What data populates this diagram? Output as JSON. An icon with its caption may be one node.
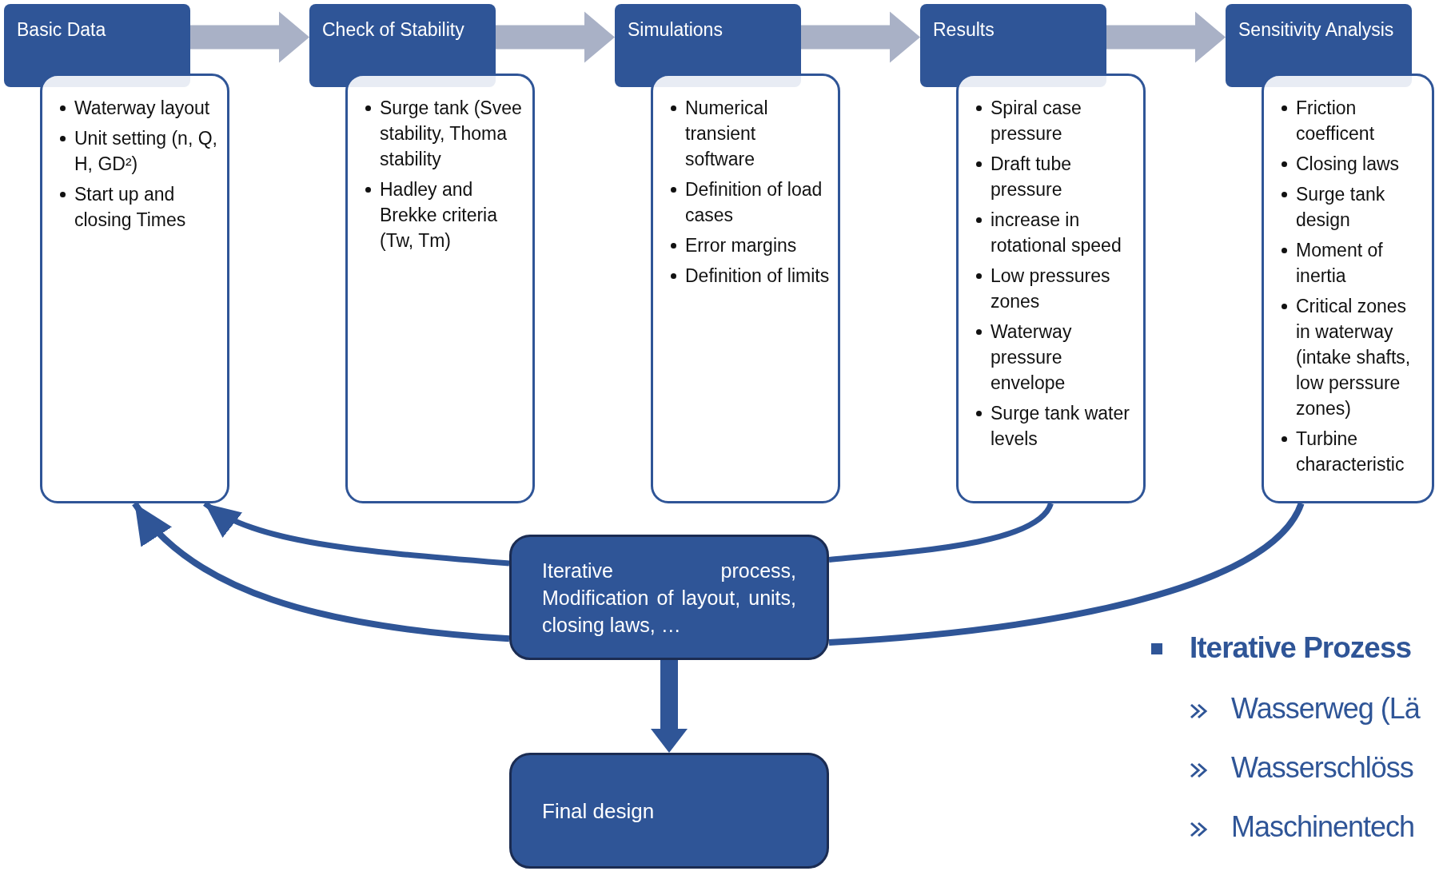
{
  "diagram": {
    "nodes": [
      {
        "text": [
          "Basic Data"
        ]
      },
      {
        "text": [
          "Waterway layout",
          "Unit setting (n, Q, H, GD²)",
          "Start up and closing Times"
        ]
      },
      {
        "text": [
          "Check of Stability"
        ]
      },
      {
        "text": [
          "Surge tank (Svee stability, Thoma stability",
          "Hadley and Brekke criteria (Tw, Tm)"
        ]
      },
      {
        "text": [
          "Simulations"
        ]
      },
      {
        "text": [
          "Numerical transient software",
          "Definition of load cases",
          "Error margins",
          "Definition of limits"
        ]
      },
      {
        "text": [
          "Results"
        ]
      },
      {
        "text": [
          "Spiral case pressure",
          "Draft tube pressure",
          "increase in rotational speed",
          "Low pressures zones",
          "Waterway pressure envelope",
          "Surge tank water levels"
        ]
      },
      {
        "text": [
          "Sensitivity Analysis"
        ]
      },
      {
        "text": [
          "Friction coefficent",
          "Closing laws",
          "Surge tank design",
          "Moment of inertia",
          "Critical zones in waterway (intake shafts, low perssure zones)",
          "Turbine characteristic"
        ]
      },
      {
        "text": [
          "Iterative process, Modification of layout, units, closing laws, …"
        ]
      },
      {
        "text": [
          "Final design"
        ]
      }
    ],
    "edges": [
      {
        "from": 0,
        "to": 2,
        "arrow": "to",
        "color": "#a9b1c6"
      },
      {
        "from": 2,
        "to": 4,
        "arrow": "to",
        "color": "#a9b1c6"
      },
      {
        "from": 4,
        "to": 6,
        "arrow": "to",
        "color": "#a9b1c6"
      },
      {
        "from": 6,
        "to": 8,
        "arrow": "to",
        "color": "#a9b1c6"
      },
      {
        "from": 7,
        "to": 10,
        "arrow": "none"
      },
      {
        "from": 9,
        "to": 10,
        "arrow": "none"
      },
      {
        "from": 10,
        "to": 1,
        "arrow": "to"
      },
      {
        "from": 10,
        "to": 1,
        "arrow": "to"
      },
      {
        "from": 10,
        "to": 11,
        "arrow": "to"
      }
    ],
    "labels": [
      "Iterative Prozess",
      "Wasserweg (Lä",
      "Wasserschlöss",
      "Maschinentech"
    ]
  }
}
